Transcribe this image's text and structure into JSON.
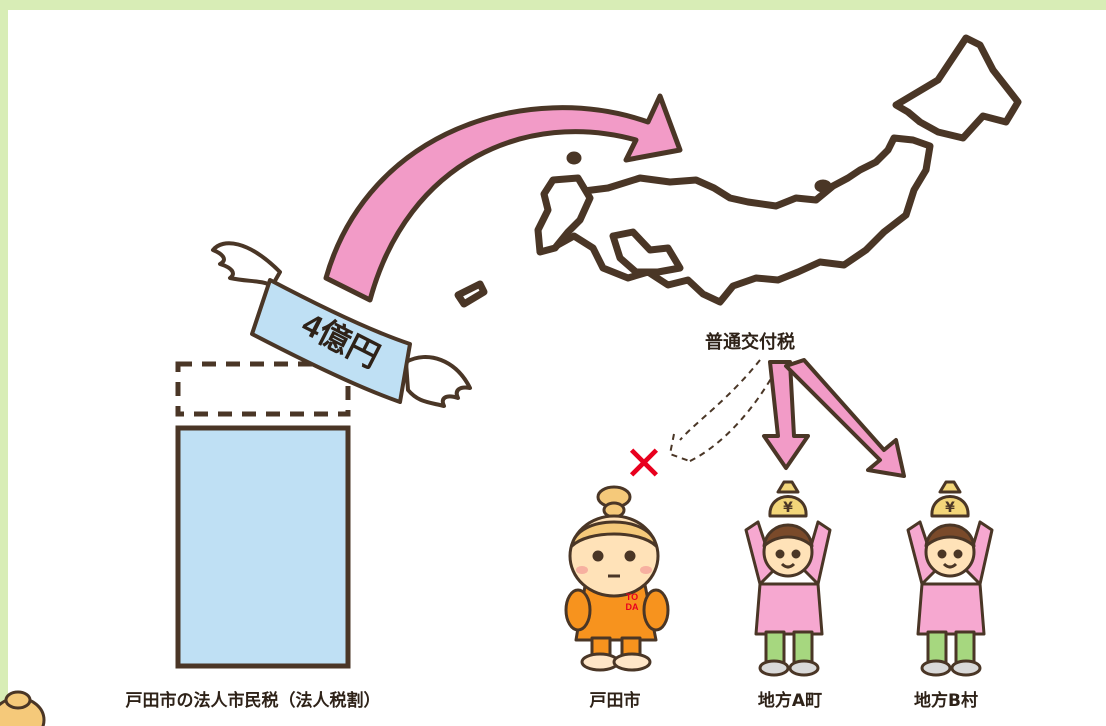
{
  "banner": {
    "amount": "4億円"
  },
  "labels": {
    "kofu_tax": "普通交付税",
    "hojin_tax": "戸田市の法人市民税（法人税割）",
    "toda_city": "戸田市",
    "town_a": "地方A町",
    "village_b": "地方B村"
  },
  "mascot_shirt": {
    "line1": "TO",
    "line2": "DA"
  },
  "money_symbol": "¥",
  "denied_mark": "✕",
  "colors": {
    "background": "#d8edb6",
    "bar_fill": "#bfe0f4",
    "arrow_pink": "#f29bc7",
    "outline": "#4a3626",
    "cross_red": "#e8001e",
    "mascot_orange": "#f7931e"
  }
}
